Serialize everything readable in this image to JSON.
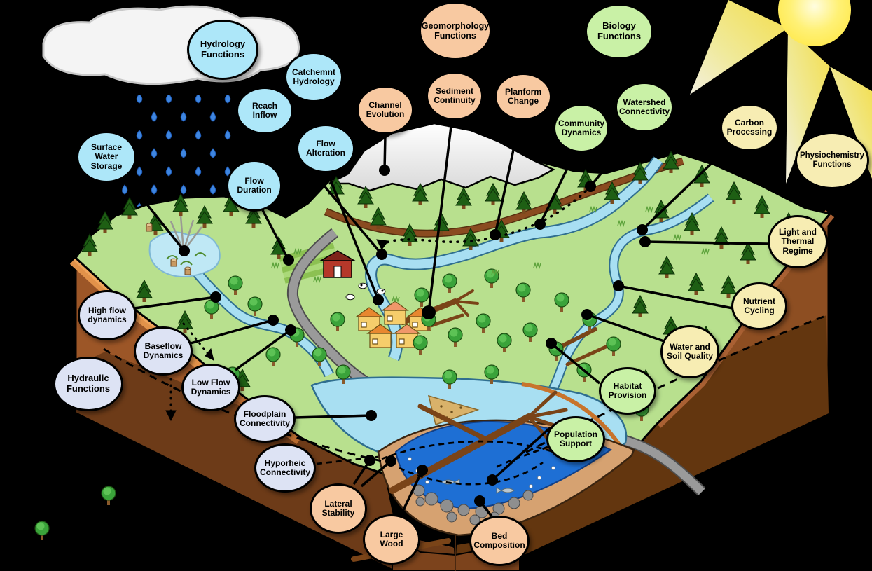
{
  "diagram": {
    "kind": "stream-functions-watershed-diagram",
    "categories": [
      {
        "id": "hydrology",
        "name": "Hydrology Functions",
        "color": "#ade7f9"
      },
      {
        "id": "hydraulics",
        "name": "Hydraulic Functions",
        "color": "#dde3f4"
      },
      {
        "id": "geomorphology",
        "name": "Geomorphology Functions",
        "color": "#f8c9a1"
      },
      {
        "id": "biology",
        "name": "Biology Functions",
        "color": "#c9f1a6"
      },
      {
        "id": "physicochemistry",
        "name": "Physiochemistry Functions",
        "color": "#f7edb3"
      }
    ],
    "scene_icons": [
      "sun-icon",
      "cloud-icon",
      "raindrop-icon",
      "snowy-mountain-icon",
      "barn-icon",
      "farm-field-icon",
      "house-icon",
      "road-icon",
      "stream-icon",
      "wetland-icon",
      "soil-profile-icon",
      "gravel-bed-icon",
      "fish-icon",
      "large-wood-icon",
      "conifer-tree-icon",
      "deciduous-tree-icon"
    ]
  },
  "bubbles": [
    {
      "id": "hydrology-functions",
      "category": "hydrology",
      "label": "Hydrology Functions"
    },
    {
      "id": "catchment-hydrology",
      "category": "hydrology",
      "label": "Catchemnt Hydrology"
    },
    {
      "id": "reach-inflow",
      "category": "hydrology",
      "label": "Reach Inflow"
    },
    {
      "id": "flow-alteration",
      "category": "hydrology",
      "label": "Flow Alteration"
    },
    {
      "id": "flow-duration",
      "category": "hydrology",
      "label": "Flow Duration"
    },
    {
      "id": "surface-water-storage",
      "category": "hydrology",
      "label": "Surface Water Storage"
    },
    {
      "id": "hydraulic-functions",
      "category": "hydraulics",
      "label": "Hydraulic Functions"
    },
    {
      "id": "high-flow-dynamics",
      "category": "hydraulics",
      "label": "High flow dynamics"
    },
    {
      "id": "baseflow-dynamics",
      "category": "hydraulics",
      "label": "Baseflow Dynamics"
    },
    {
      "id": "low-flow-dynamics",
      "category": "hydraulics",
      "label": "Low Flow Dynamics"
    },
    {
      "id": "floodplain-connectivity",
      "category": "hydraulics",
      "label": "Floodplain Connectivity"
    },
    {
      "id": "hyporheic-connectivity",
      "category": "hydraulics",
      "label": "Hyporheic Connectivity"
    },
    {
      "id": "geomorphology-functions",
      "category": "geomorphology",
      "label": "Geomorphology Functions"
    },
    {
      "id": "channel-evolution",
      "category": "geomorphology",
      "label": "Channel Evolution"
    },
    {
      "id": "sediment-continuity",
      "category": "geomorphology",
      "label": "Sediment Continuity"
    },
    {
      "id": "planform-change",
      "category": "geomorphology",
      "label": "Planform Change"
    },
    {
      "id": "lateral-stability",
      "category": "geomorphology",
      "label": "Lateral Stability"
    },
    {
      "id": "large-wood",
      "category": "geomorphology",
      "label": "Large Wood"
    },
    {
      "id": "bed-composition",
      "category": "geomorphology",
      "label": "Bed Composition"
    },
    {
      "id": "biology-functions",
      "category": "biology",
      "label": "Biology Functions"
    },
    {
      "id": "community-dynamics",
      "category": "biology",
      "label": "Community Dynamics"
    },
    {
      "id": "watershed-connectivity",
      "category": "biology",
      "label": "Watershed Connectivity"
    },
    {
      "id": "habitat-provision",
      "category": "biology",
      "label": "Habitat Provision"
    },
    {
      "id": "population-support",
      "category": "biology",
      "label": "Population Support"
    },
    {
      "id": "physiochemistry-functions",
      "category": "physicochemistry",
      "label": "Physiochemistry Functions"
    },
    {
      "id": "carbon-processing",
      "category": "physicochemistry",
      "label": "Carbon Processing"
    },
    {
      "id": "light-thermal-regime",
      "category": "physicochemistry",
      "label": "Light and Thermal Regime"
    },
    {
      "id": "nutrient-cycling",
      "category": "physicochemistry",
      "label": "Nutrient Cycling"
    },
    {
      "id": "water-soil-quality",
      "category": "physicochemistry",
      "label": "Water and Soil Quality"
    }
  ]
}
